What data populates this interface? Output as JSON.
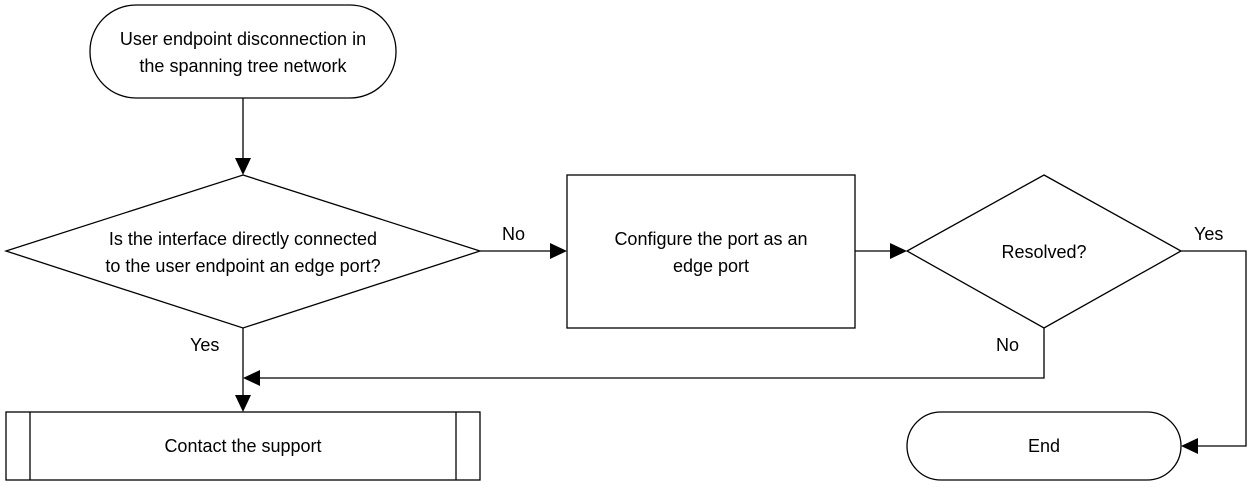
{
  "flowchart": {
    "start": {
      "line1": "User endpoint disconnection in",
      "line2": "the spanning tree network"
    },
    "decision_edge_port": {
      "line1": "Is the interface directly connected",
      "line2": "to the user endpoint an edge port?"
    },
    "configure": {
      "line1": "Configure the port as an",
      "line2": "edge port"
    },
    "decision_resolved": {
      "label": "Resolved?"
    },
    "contact": {
      "label": "Contact the support"
    },
    "end": {
      "label": "End"
    },
    "edges": {
      "edge_port_no": "No",
      "edge_port_yes": "Yes",
      "resolved_yes": "Yes",
      "resolved_no": "No"
    }
  }
}
